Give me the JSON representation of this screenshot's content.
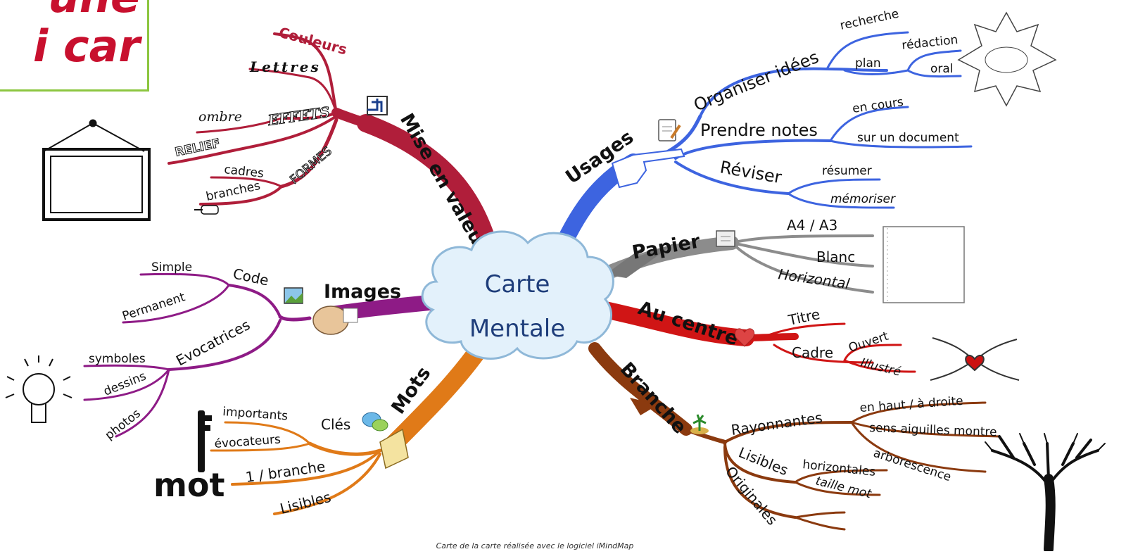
{
  "title_box": {
    "line1": "une",
    "line2": "i car"
  },
  "center": {
    "line1": "Carte",
    "line2": "Mentale"
  },
  "colors": {
    "mise": "#b01e3a",
    "usages": "#3d64e0",
    "papier": "#8c8c8c",
    "centre": "#d01515",
    "branche": "#8b3a0f",
    "mots": "#e07a18",
    "images": "#8e1b86"
  },
  "branches": {
    "mise_en_valeur": {
      "label": "Mise en valeur",
      "icon": "crop-icon",
      "items": [
        "Couleurs",
        "Lettres",
        "EFFETS",
        "ombre",
        "RELIEF",
        "FORMES",
        "cadres",
        "branches"
      ]
    },
    "usages": {
      "label": "Usages",
      "icon": "notepad-icon",
      "organiser": {
        "label": "Organiser idées",
        "items": [
          "recherche",
          "plan",
          "rédaction",
          "oral"
        ]
      },
      "prendre": {
        "label": "Prendre notes",
        "items": [
          "en cours",
          "sur un document"
        ]
      },
      "reviser": {
        "label": "Réviser",
        "items": [
          "résumer",
          "mémoriser"
        ]
      }
    },
    "papier": {
      "label": "Papier",
      "icon": "document-icon",
      "items": [
        "A4 / A3",
        "Blanc",
        "Horizontal"
      ]
    },
    "au_centre": {
      "label": "Au centre",
      "icon": "heart-icon",
      "titre": "Titre",
      "cadre": "Cadre",
      "items": [
        "Ouvert",
        "Illustré"
      ]
    },
    "branche": {
      "label": "Branche",
      "icon": "island-icon",
      "rayonnantes": {
        "label": "Rayonnantes",
        "items": [
          "en haut / à droite",
          "sens aiguilles montre",
          "arborescence"
        ]
      },
      "lisibles": {
        "label": "Lisibles",
        "items": [
          "horizontales",
          "taille mot"
        ]
      },
      "originales": "Originales"
    },
    "mots": {
      "label": "Mots",
      "icon": "speech-bubbles-icon",
      "cles": {
        "label": "Clés",
        "items": [
          "importants",
          "évocateurs"
        ]
      },
      "par_branche": "1 / branche",
      "lisibles": "Lisibles"
    },
    "images": {
      "label": "Images",
      "icon": "picture-icon",
      "code": {
        "label": "Code",
        "items": [
          "Simple",
          "Permanent"
        ]
      },
      "evocatrices": {
        "label": "Evocatrices",
        "items": [
          "symboles",
          "dessins",
          "photos"
        ]
      }
    }
  },
  "decor": {
    "mot_word": "mot"
  },
  "credit": "Carte de la carte réalisée avec le logiciel iMindMap"
}
